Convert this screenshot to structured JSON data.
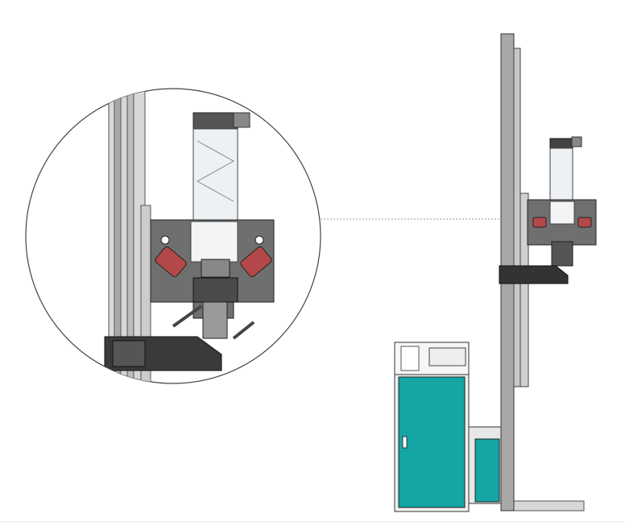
{
  "colors": {
    "background": "#ffffff",
    "cabinet": "#14a5a5",
    "frame": "#9a9a9a",
    "plate": "#6e6e6e",
    "dark": "#2e2e2e",
    "motor": "#b44848",
    "cylinder": "#e9ecef"
  },
  "figure": {
    "parts": [
      "vertical-column",
      "control-cabinet",
      "dispensing-head",
      "detail-magnifier-circle"
    ]
  }
}
